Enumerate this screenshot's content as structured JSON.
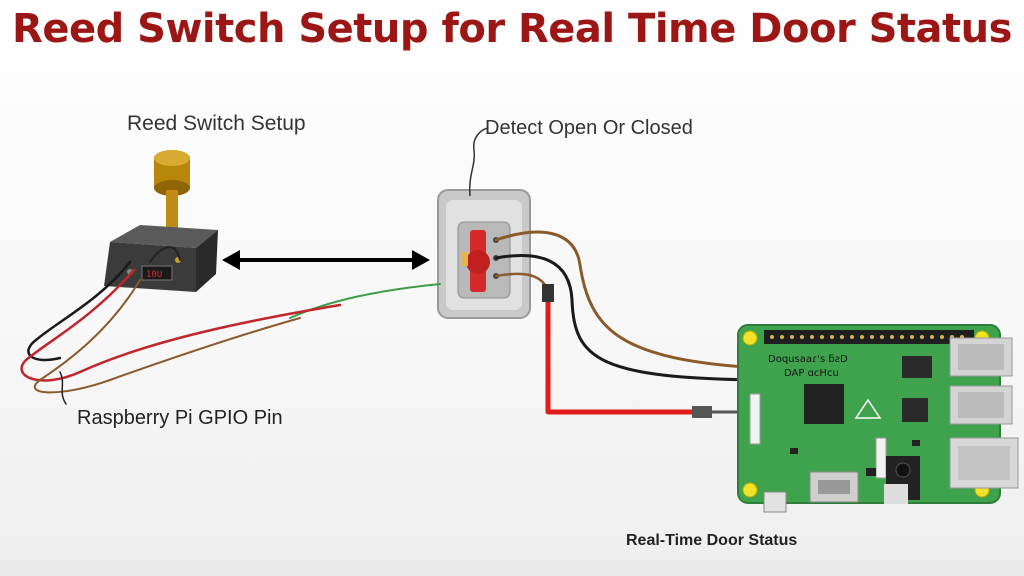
{
  "title": "Reed Switch Setup for Real Time Door Status",
  "labels": {
    "reed_switch_setup": "Reed Switch Setup",
    "detect": "Detect Open Or Closed",
    "gpio": "Raspberry Pi GPIO Pin",
    "status": "Real-Time Door Status"
  },
  "colors": {
    "title": "#9c1616",
    "wire_red": "#e21b1b",
    "wire_brown": "#8a5a2b",
    "wire_black": "#1a1a1a",
    "wire_green": "#3f9c4a",
    "pcb": "#3fa34d"
  }
}
